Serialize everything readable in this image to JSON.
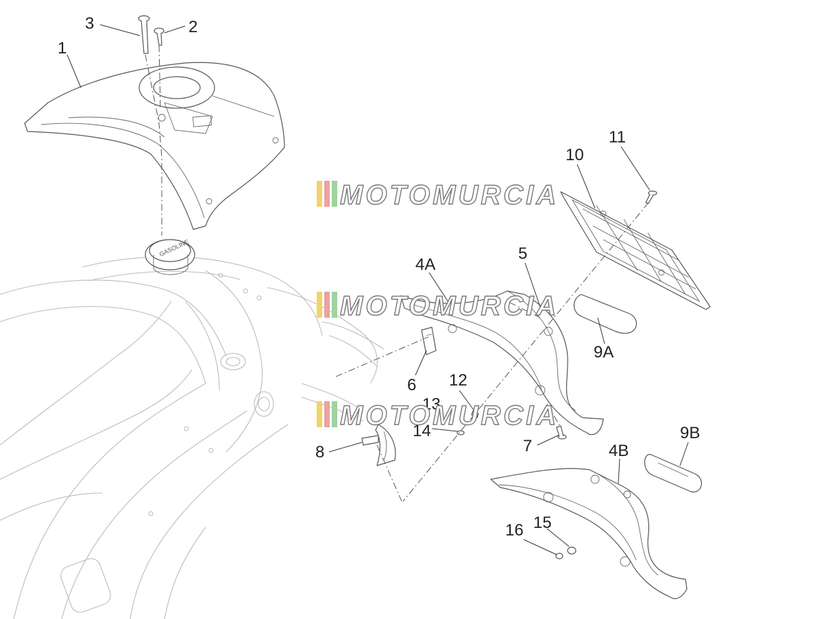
{
  "diagram": {
    "callouts": [
      {
        "id": "1",
        "text": "1"
      },
      {
        "id": "2",
        "text": "2"
      },
      {
        "id": "3",
        "text": "3"
      },
      {
        "id": "4A",
        "text": "4A"
      },
      {
        "id": "4B",
        "text": "4B"
      },
      {
        "id": "5",
        "text": "5"
      },
      {
        "id": "6",
        "text": "6"
      },
      {
        "id": "7",
        "text": "7"
      },
      {
        "id": "8",
        "text": "8"
      },
      {
        "id": "9A",
        "text": "9A"
      },
      {
        "id": "9B",
        "text": "9B"
      },
      {
        "id": "10",
        "text": "10"
      },
      {
        "id": "11",
        "text": "11"
      },
      {
        "id": "12",
        "text": "12"
      },
      {
        "id": "13",
        "text": "13"
      },
      {
        "id": "14",
        "text": "14"
      },
      {
        "id": "15",
        "text": "15"
      },
      {
        "id": "16",
        "text": "16"
      }
    ],
    "fuel_cap_label": "GASOLINE"
  },
  "watermark": {
    "text": "MOTOMURCIA",
    "stripe_colors": [
      "#f2d46b",
      "#e9a3a3",
      "#9fd39f"
    ]
  }
}
